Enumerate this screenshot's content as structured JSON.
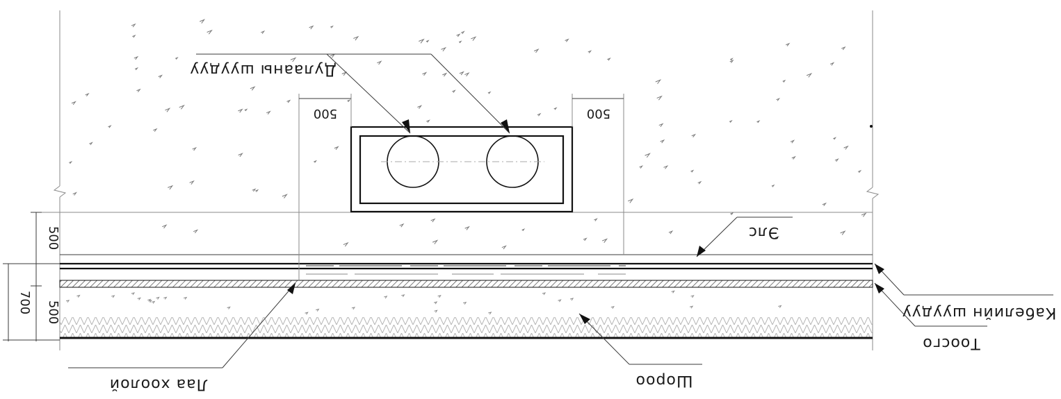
{
  "labels": {
    "cable_trench": "Кабелийн шуудуу",
    "shield": "Тоосго",
    "sand": "Элс",
    "concrete_tray": "Лаа хоолой",
    "soil": "Шороо",
    "dual_trench": "Дулааны шуудуу"
  },
  "dimensions": {
    "left_top": "500",
    "left_bottom": "500",
    "total": "700",
    "gap_left": "500",
    "gap_right": "500"
  }
}
